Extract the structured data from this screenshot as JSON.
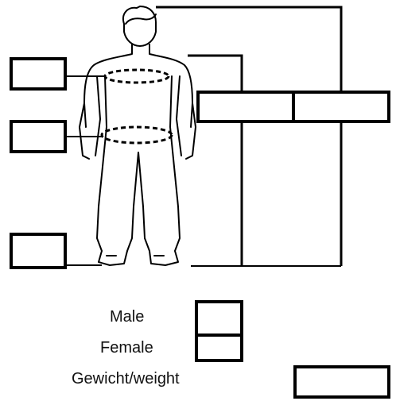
{
  "form": {
    "gender_options": {
      "male": "Male",
      "female": "Female"
    },
    "weight_label": "Gewicht/weight"
  },
  "figure": {
    "icon": "human-figure-measurement-icon",
    "stroke_color": "#000000"
  }
}
